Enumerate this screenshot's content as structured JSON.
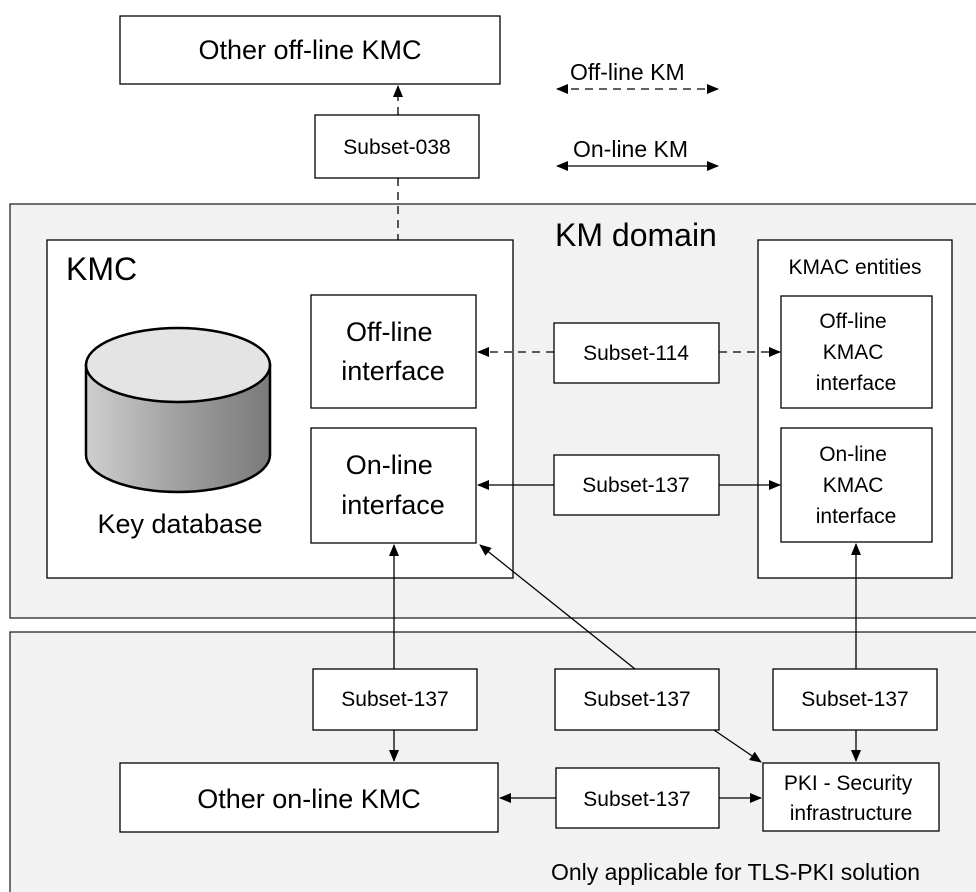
{
  "legend": {
    "offline_km": "Off-line KM",
    "online_km": "On-line KM"
  },
  "domains": {
    "km_domain_title": "KM domain",
    "tls_pki_note": "Only applicable for TLS-PKI solution"
  },
  "kmc": {
    "title": "KMC",
    "database_label": "Key database",
    "offline_interface": [
      "Off-line",
      "interface"
    ],
    "online_interface": [
      "On-line",
      "interface"
    ]
  },
  "kmac": {
    "title": "KMAC entities",
    "offline_interface": [
      "Off-line",
      "KMAC",
      "interface"
    ],
    "online_interface": [
      "On-line",
      "KMAC",
      "interface"
    ]
  },
  "external": {
    "other_offline_kmc": "Other off-line KMC",
    "other_online_kmc": "Other on-line KMC",
    "pki": [
      "PKI - Security",
      "infrastructure"
    ]
  },
  "subsets": {
    "s038": "Subset-038",
    "s114": "Subset-114",
    "s137_kmac": "Subset-137",
    "s137_online_kmc": "Subset-137",
    "s137_pki_kmc": "Subset-137",
    "s137_pki_kmac": "Subset-137",
    "s137_bottom": "Subset-137"
  },
  "colors": {
    "domain_fill": "#f2f2f2",
    "box_fill": "#ffffff",
    "stroke": "#000000"
  }
}
